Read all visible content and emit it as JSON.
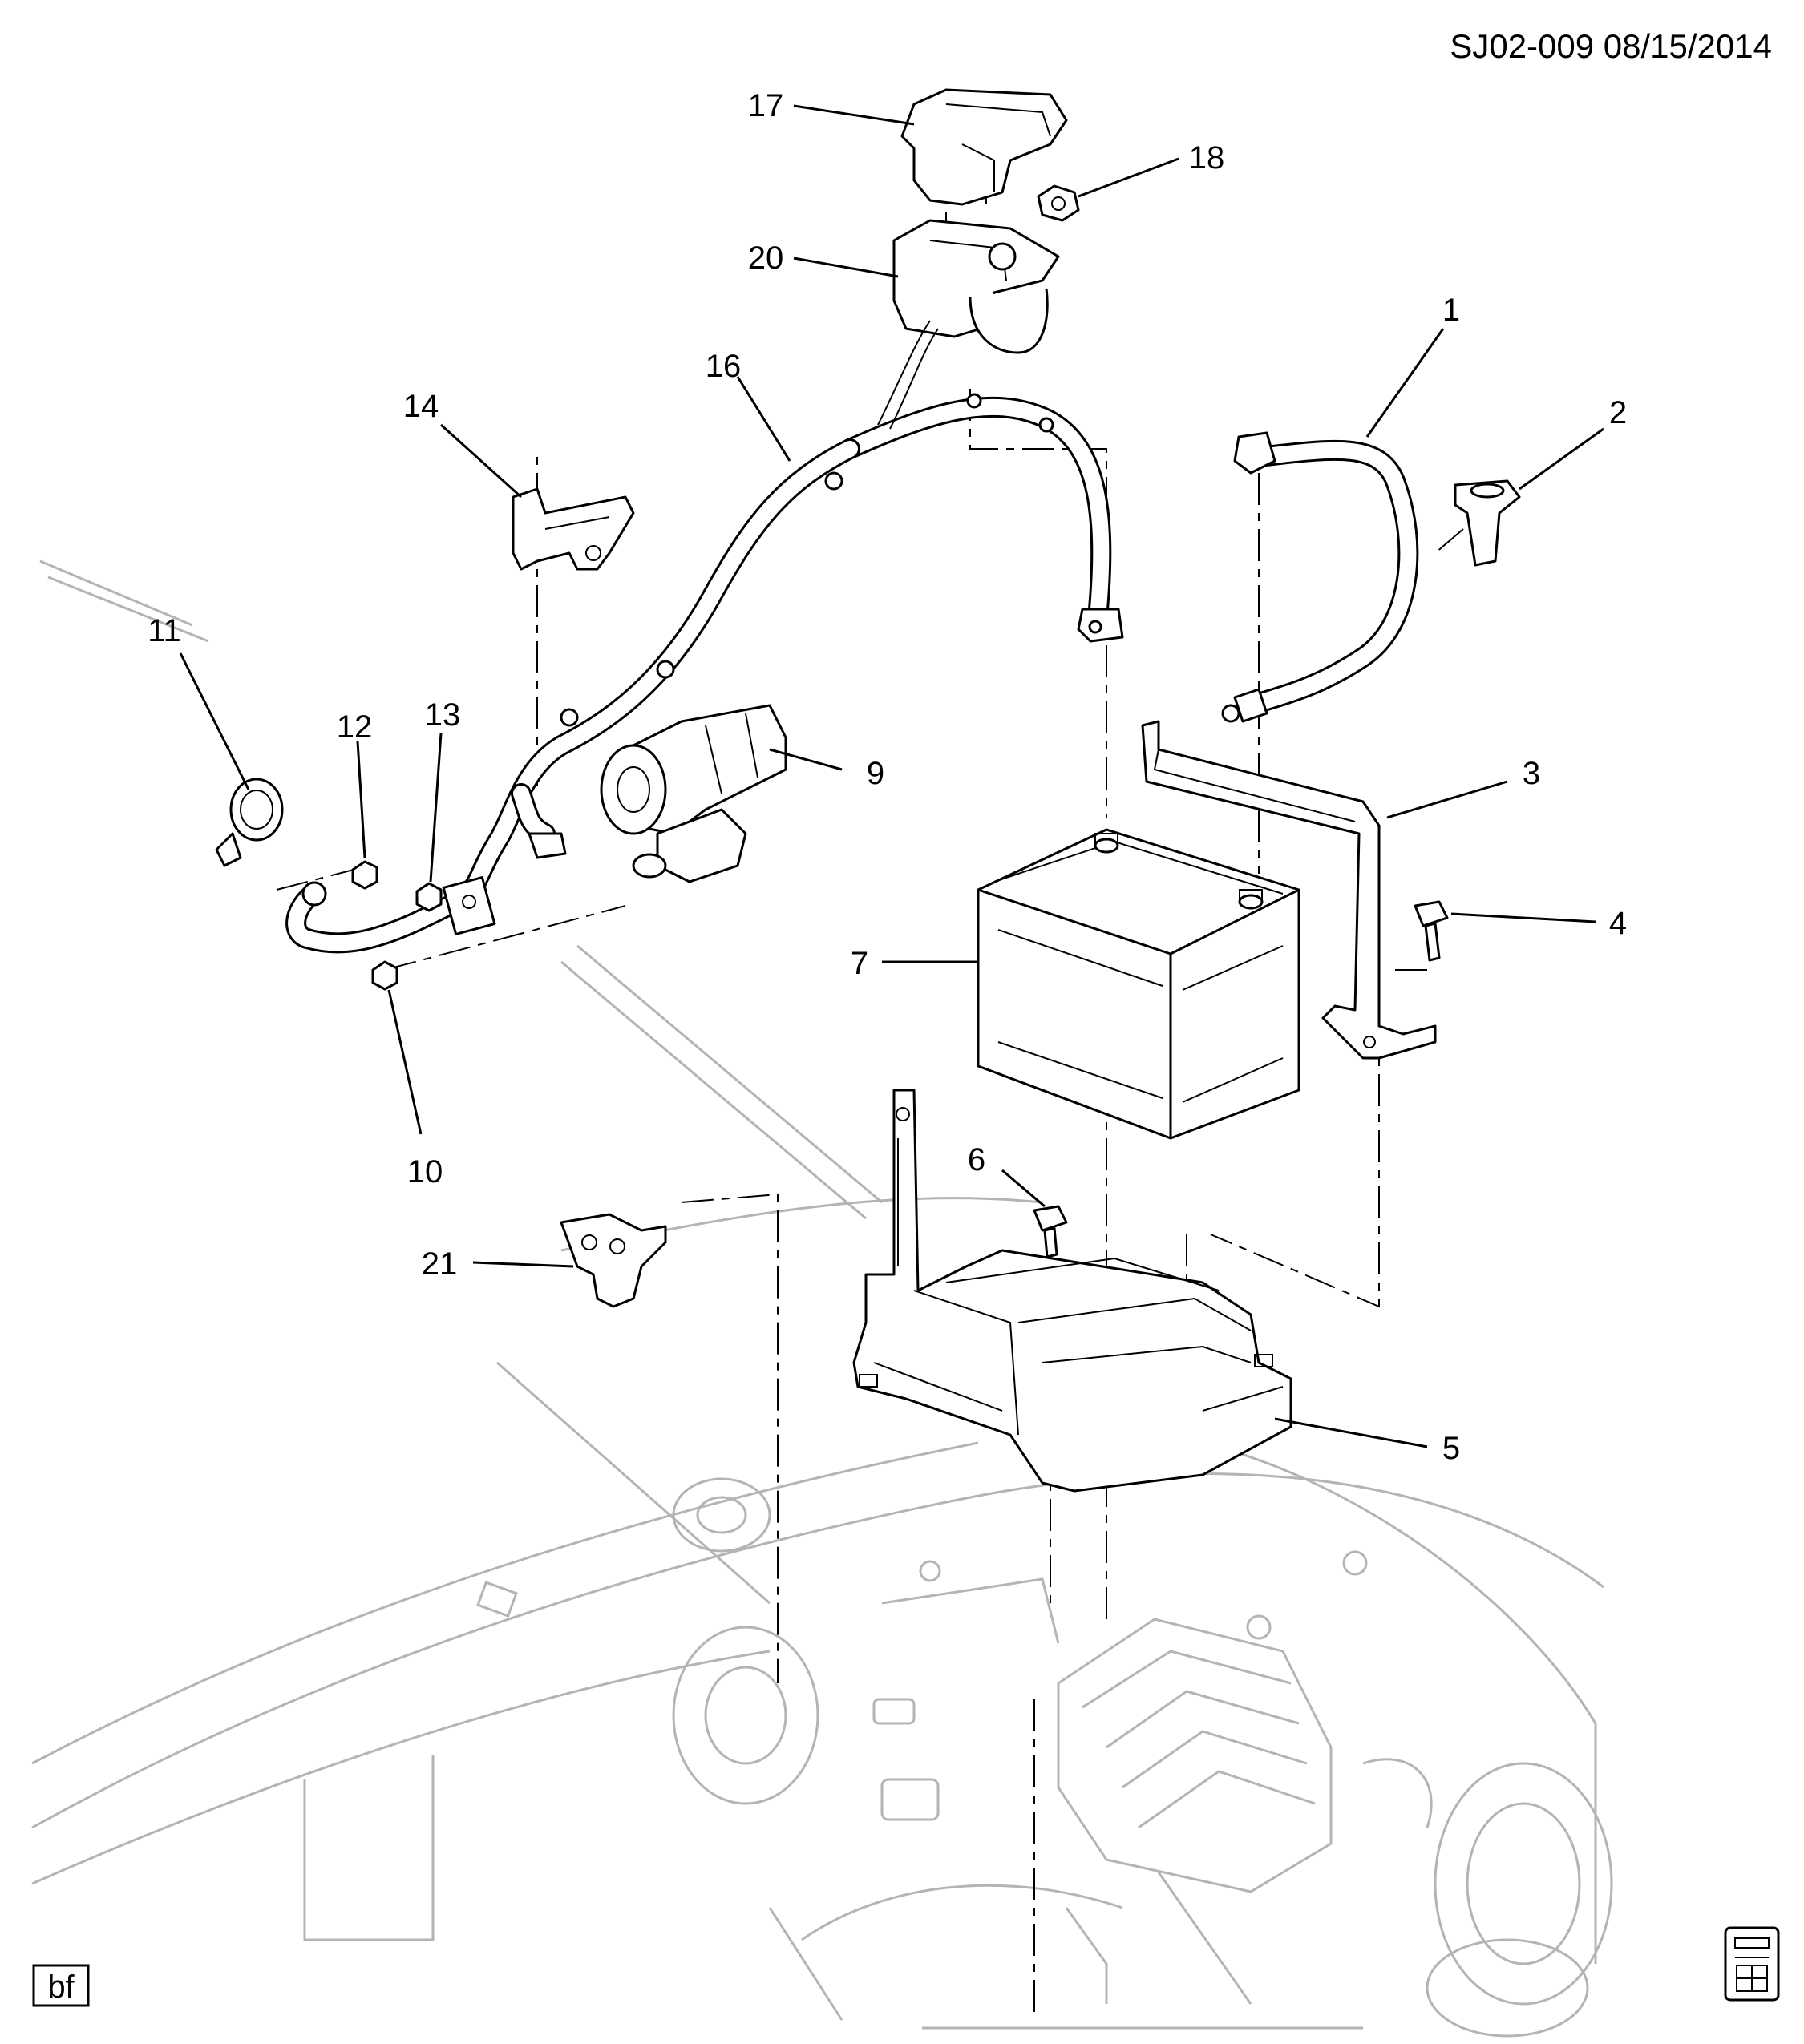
{
  "document_id": "SJ02-009 08/15/2014",
  "badge": "bf",
  "callouts": [
    "1",
    "2",
    "3",
    "4",
    "5",
    "6",
    "7",
    "9",
    "10",
    "11",
    "12",
    "13",
    "14",
    "16",
    "17",
    "18",
    "20",
    "21"
  ],
  "icons": {
    "corner_symbol": "service-manual-icon"
  }
}
